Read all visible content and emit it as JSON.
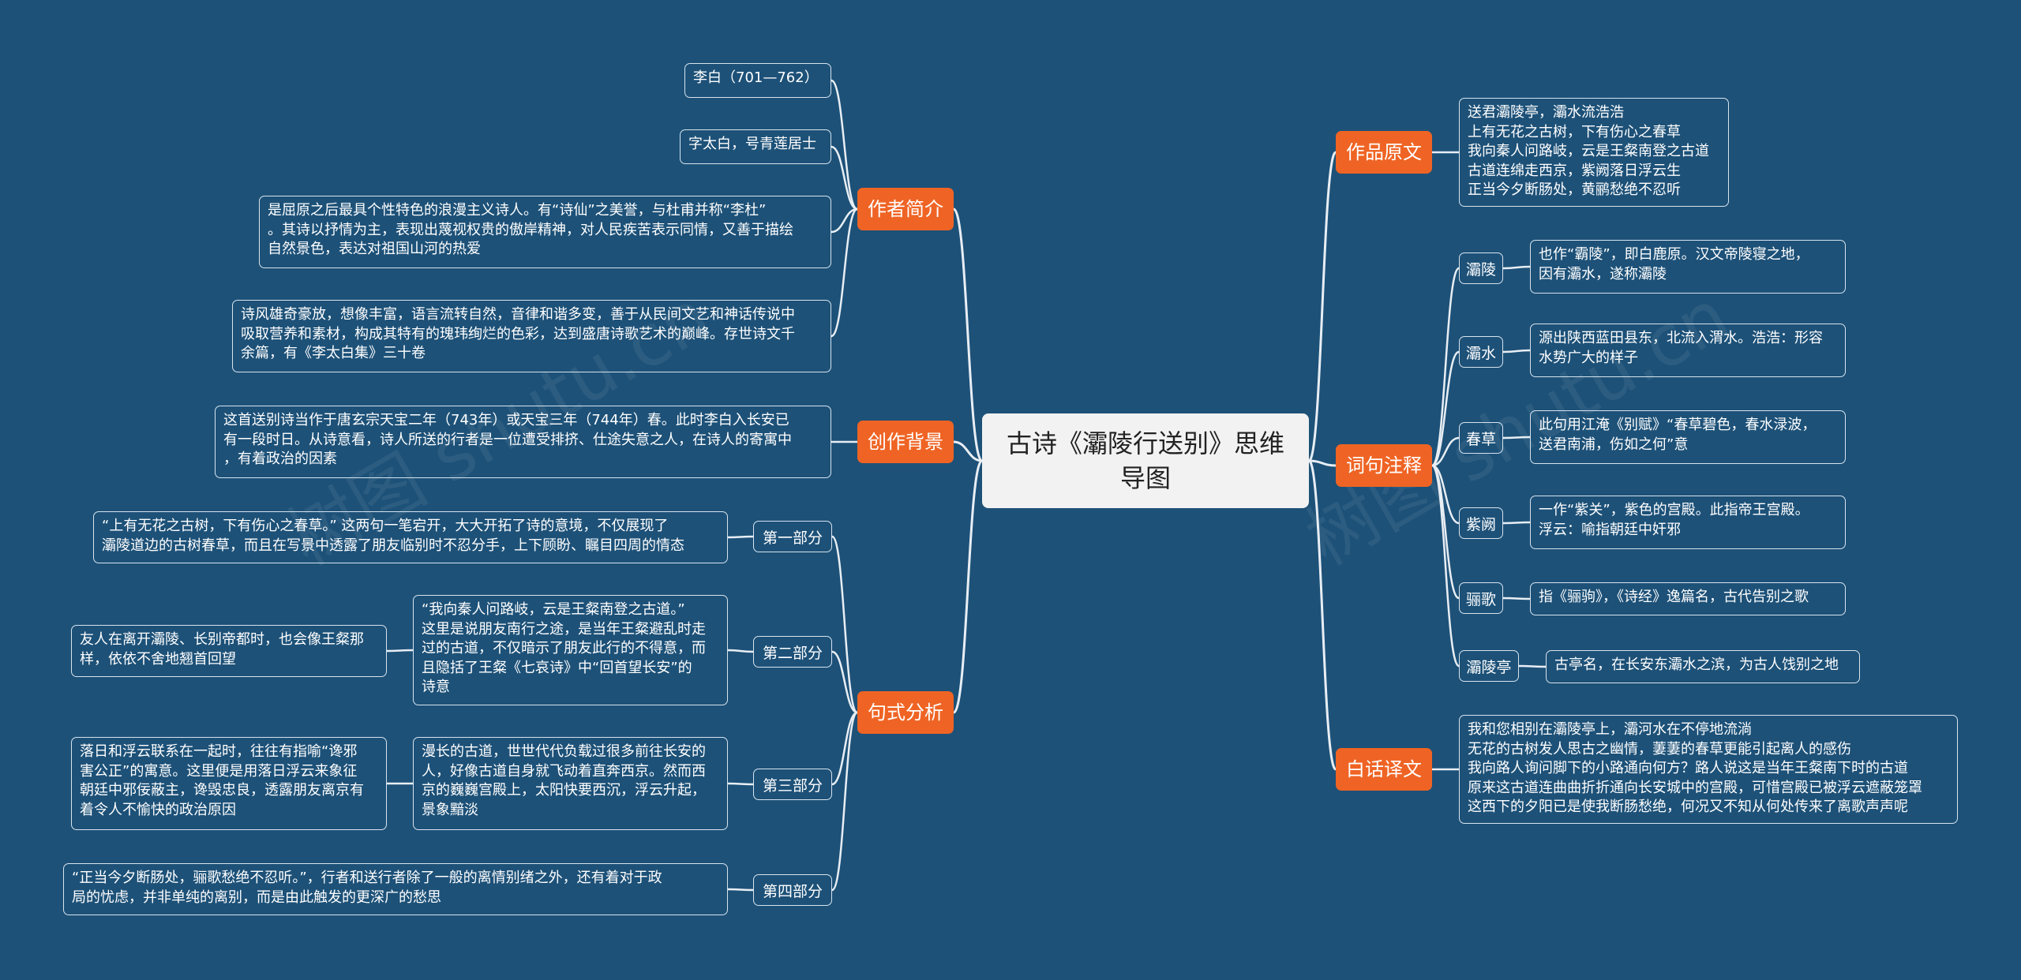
{
  "root": {
    "title": "古诗《灞陵行送别》思维导图"
  },
  "watermarks": [
    "树图 shutu.cn",
    "树图 shutu.cn"
  ],
  "left": {
    "author": {
      "label": "作者简介",
      "items": [
        "李白（701—762）",
        "字太白，号青莲居士",
        "是屈原之后最具个性特色的浪漫主义诗人。有“诗仙”之美誉，与杜甫并称“李杜”\n。其诗以抒情为主，表现出蔑视权贵的傲岸精神，对人民疾苦表示同情，又善于描绘\n自然景色，表达对祖国山河的热爱",
        "诗风雄奇豪放，想像丰富，语言流转自然，音律和谐多变，善于从民间文艺和神话传说中\n吸取营养和素材，构成其特有的瑰玮绚烂的色彩，达到盛唐诗歌艺术的巅峰。存世诗文千\n余篇，有《李太白集》三十卷"
      ]
    },
    "background": {
      "label": "创作背景",
      "text": "这首送别诗当作于唐玄宗天宝二年（743年）或天宝三年（744年）春。此时李白入长安已\n有一段时日。从诗意看，诗人所送的行者是一位遭受排挤、仕途失意之人，在诗人的寄寓中\n，有着政治的因素"
    },
    "analysis": {
      "label": "句式分析",
      "parts": [
        {
          "label": "第一部分",
          "text": "“上有无花之古树，下有伤心之春草。” 这两句一笔宕开，大大开拓了诗的意境，不仅展现了\n灞陵道边的古树春草，而且在写景中透露了朋友临别时不忍分手，上下顾盼、瞩目四周的情态"
        },
        {
          "label": "第二部分",
          "text": "“我向秦人问路岐，云是王粲南登之古道。”\n这里是说朋友南行之途，是当年王粲避乱时走\n过的古道，不仅暗示了朋友此行的不得意，而\n且隐括了王粲《七哀诗》中“回首望长安”的\n诗意",
          "extra": "友人在离开灞陵、长别帝都时，也会像王粲那\n样，依依不舍地翘首回望"
        },
        {
          "label": "第三部分",
          "text": "漫长的古道，世世代代负载过很多前往长安的\n人，好像古道自身就飞动着直奔西京。然而西\n京的巍巍宫殿上，太阳快要西沉，浮云升起，\n景象黯淡",
          "extra": "落日和浮云联系在一起时，往往有指喻“谗邪\n害公正”的寓意。这里便是用落日浮云来象征\n朝廷中邪佞蔽主，谗毁忠良，透露朋友离京有\n着令人不愉快的政治原因"
        },
        {
          "label": "第四部分",
          "text": "“正当今夕断肠处，骊歌愁绝不忍听。”，行者和送行者除了一般的离情别绪之外，还有着对于政\n局的忧虑，并非单纯的离别，而是由此触发的更深广的愁思"
        }
      ]
    }
  },
  "right": {
    "original": {
      "label": "作品原文",
      "text": "送君灞陵亭，灞水流浩浩\n上有无花之古树，下有伤心之春草\n我向秦人问路岐，云是王粲南登之古道\n古道连绵走西京，紫阙落日浮云生\n正当今夕断肠处，黄鹂愁绝不忍听"
    },
    "notes": {
      "label": "词句注释",
      "items": [
        {
          "term": "灞陵",
          "text": "也作“霸陵”，即白鹿原。汉文帝陵寝之地，\n因有灞水，遂称灞陵"
        },
        {
          "term": "灞水",
          "text": "源出陕西蓝田县东，北流入渭水。浩浩：形容\n水势广大的样子"
        },
        {
          "term": "春草",
          "text": "此句用江淹《别赋》“春草碧色，春水渌波，\n送君南浦，伤如之何”意"
        },
        {
          "term": "紫阙",
          "text": "一作“紫关”，紫色的宫殿。此指帝王宫殿。\n浮云：喻指朝廷中奸邪"
        },
        {
          "term": "骊歌",
          "text": "指《骊驹》，《诗经》逸篇名，古代告别之歌"
        },
        {
          "term": "灞陵亭",
          "text": "古亭名，在长安东灞水之滨，为古人饯别之地"
        }
      ]
    },
    "translation": {
      "label": "白话译文",
      "text": "我和您相别在灞陵亭上，灞河水在不停地流淌\n无花的古树发人思古之幽情，萋萋的春草更能引起离人的感伤\n我向路人询问脚下的小路通向何方？路人说这是当年王粲南下时的古道\n原来这古道连曲曲折折通向长安城中的宫殿，可惜宫殿已被浮云遮蔽笼罩\n这西下的夕阳已是使我断肠愁绝，何况又不知从何处传来了离歌声声呢"
    }
  }
}
